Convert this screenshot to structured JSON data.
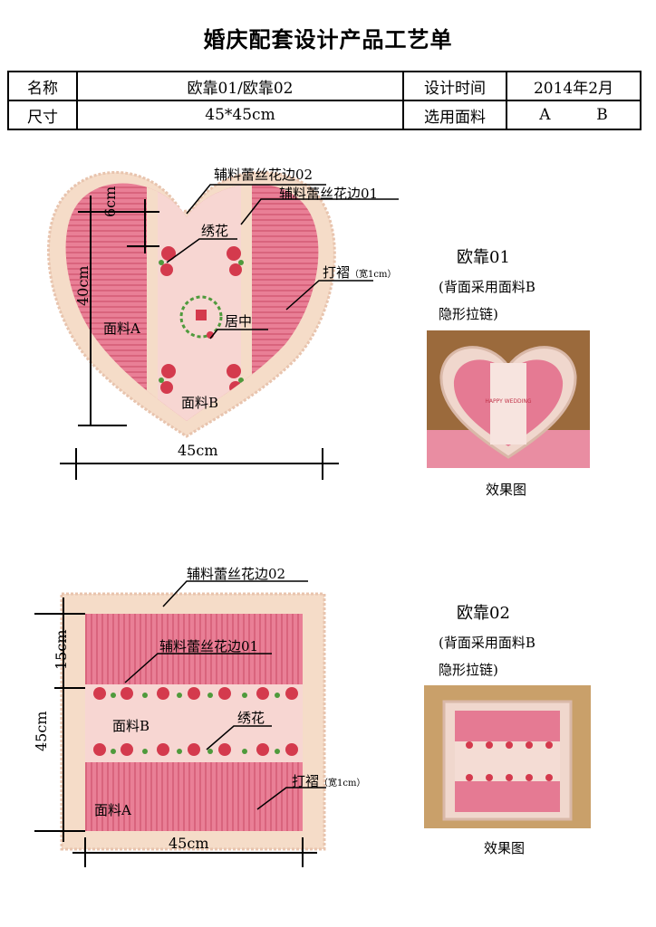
{
  "title": "婚庆配套设计产品工艺单",
  "spec": {
    "name_label": "名称",
    "name_value": "欧靠01/欧靠02",
    "design_time_label": "设计时间",
    "design_time_value": "2014年2月",
    "size_label": "尺寸",
    "size_value": "45*45cm",
    "fabric_label": "选用面料",
    "fabric_a": "A",
    "fabric_b": "B"
  },
  "pillow1": {
    "lace02": "辅料蕾丝花边02",
    "lace01": "辅料蕾丝花边01",
    "dim_6": "6cm",
    "embroidery": "绣花",
    "pleat": "打褶",
    "pleat_width": "（宽1cm）",
    "dim_40": "40cm",
    "fabric_a": "面料A",
    "center": "居中",
    "fabric_b": "面料B",
    "dim_45": "45cm",
    "name": "欧靠01",
    "back_note_1": "(背面采用面料B",
    "back_note_2": "隐形拉链)",
    "effect": "效果图",
    "photo_text": "HAPPY WEDDING"
  },
  "pillow2": {
    "lace02": "辅料蕾丝花边02",
    "lace01": "辅料蕾丝花边01",
    "dim_15": "15cm",
    "dim_45v": "45cm",
    "fabric_b": "面料B",
    "embroidery": "绣花",
    "pleat": "打褶",
    "pleat_width": "（宽1cm）",
    "fabric_a": "面料A",
    "dim_45h": "45cm",
    "name": "欧靠02",
    "back_note_1": "(背面采用面料B",
    "back_note_2": "隐形拉链)",
    "effect": "效果图"
  },
  "colors": {
    "pink": "#e97f96",
    "light_pink": "#f7d6d2",
    "lace": "#f5dcc8",
    "rose": "#d43a4d",
    "leaf": "#4f9a3c"
  }
}
